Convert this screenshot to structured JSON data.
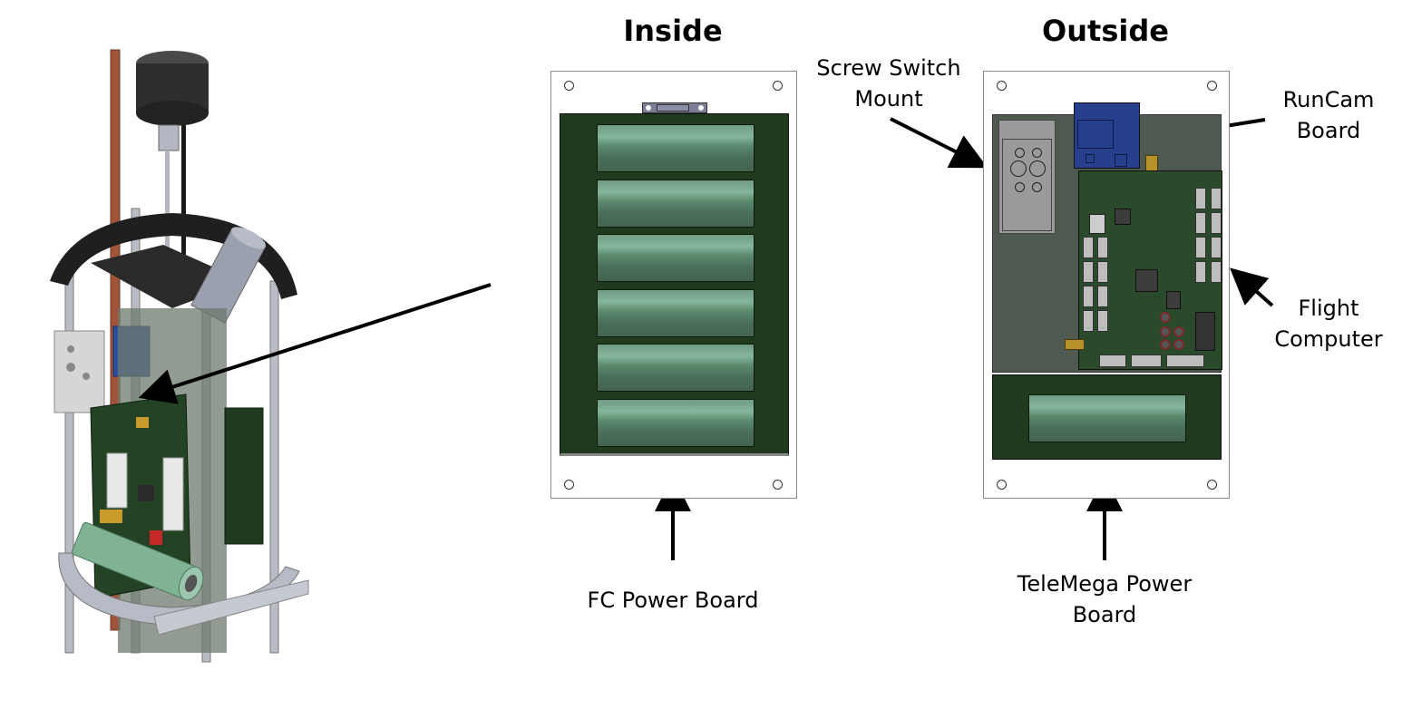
{
  "headings": {
    "inside": "Inside",
    "outside": "Outside"
  },
  "callouts": {
    "screw_switch_mount": [
      "Screw Switch",
      "Mount"
    ],
    "runcam_board": [
      "RunCam",
      "Board"
    ],
    "flight_computer": [
      "Flight",
      "Computer"
    ],
    "fc_power_board": [
      "FC Power Board"
    ],
    "telemega_power_board": [
      "TeleMega Power",
      "Board"
    ]
  },
  "inside_panel": {
    "battery_cell_count": 6
  },
  "colors": {
    "pcb_dark_green": "#1f3a1e",
    "battery_green": "#86b69b",
    "runcam_blue": "#27408e",
    "plate_gray": "#4e5a4f",
    "copper_rod": "#a0553a",
    "antenna_black": "#2e2e2e"
  }
}
